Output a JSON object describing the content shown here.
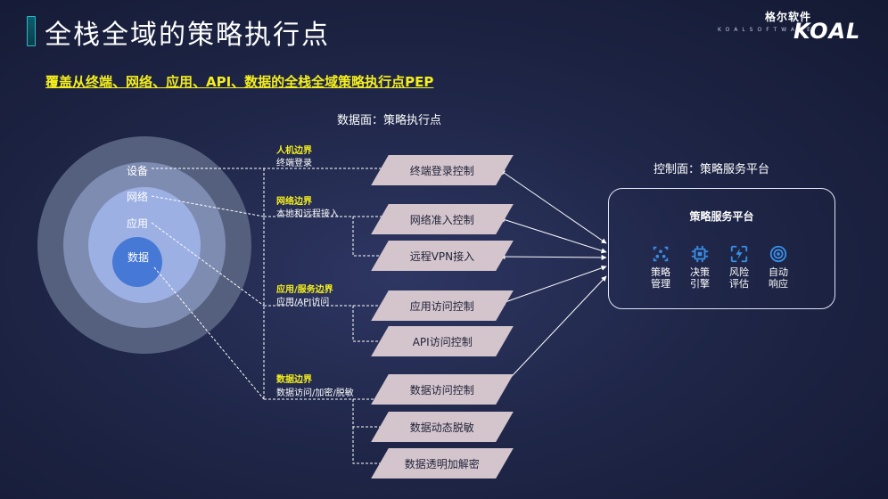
{
  "header": {
    "title": "全栈全域的策略执行点",
    "logo_cn": "格尔软件",
    "logo_sub": "KOALSOFTWARE",
    "logo_main": "KOAL"
  },
  "subtitle": "覆盖从终端、网络、应用、API、数据的全栈全域策略执行点PEP",
  "data_plane_label": "数据面：策略执行点",
  "control_plane_label": "控制面：策略服务平台",
  "rings": [
    "设备",
    "网络",
    "应用",
    "数据"
  ],
  "boundaries": [
    {
      "title": "人机边界",
      "desc": "终端登录"
    },
    {
      "title": "网络边界",
      "desc": "本地和远程接入"
    },
    {
      "title": "应用/服务边界",
      "desc": "应用/API访问"
    },
    {
      "title": "数据边界",
      "desc": "数据访问/加密/脱敏"
    }
  ],
  "peps": [
    "终端登录控制",
    "网络准入控制",
    "远程VPN接入",
    "应用访问控制",
    "API访问控制",
    "数据访问控制",
    "数据动态脱敏",
    "数据透明加解密"
  ],
  "platform": {
    "title": "策略服务平台",
    "modules": [
      {
        "line1": "策略",
        "line2": "管理",
        "icon": "policy-management-icon"
      },
      {
        "line1": "决策",
        "line2": "引擎",
        "icon": "decision-engine-chip-icon"
      },
      {
        "line1": "风险",
        "line2": "评估",
        "icon": "risk-assessment-icon"
      },
      {
        "line1": "自动",
        "line2": "响应",
        "icon": "auto-response-icon"
      }
    ]
  },
  "colors": {
    "accent_yellow": "#f5ee1d",
    "pep_fill": "#d4c5cd",
    "core_blue": "#4678d6",
    "icon_blue": "#3a8ee6"
  }
}
